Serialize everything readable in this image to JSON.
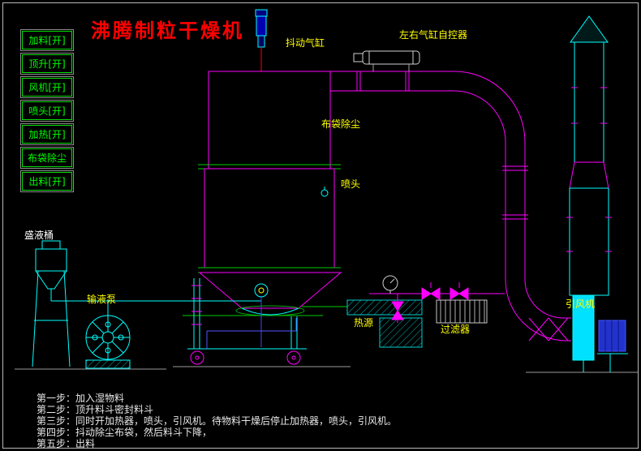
{
  "title": "沸腾制粒干燥机",
  "sidebar": {
    "buttons": [
      {
        "id": "feed",
        "label": "加料[开]"
      },
      {
        "id": "lift",
        "label": "顶升[开]"
      },
      {
        "id": "fan",
        "label": "风机[开]"
      },
      {
        "id": "spray",
        "label": "喷头[开]"
      },
      {
        "id": "heat",
        "label": "加热[开]"
      },
      {
        "id": "bag-dust",
        "label": "布袋除尘"
      },
      {
        "id": "discharge",
        "label": "出料[开]"
      }
    ]
  },
  "diagram_labels": {
    "shake_cylinder": "抖动气缸",
    "cylinder_controller": "左右气缸自控器",
    "bag_dust": "布袋除尘",
    "spray_head": "喷头",
    "liquid_tank": "盛液桶",
    "infusion_pump": "输液泵",
    "heat_source": "热源",
    "filter": "过滤器",
    "draft_fan": "引风机"
  },
  "steps": [
    "第一步：加入湿物料",
    "第二步：顶升料斗密封料斗",
    "第三步：同时开加热器，喷头，引风机。待物料干燥后停止加热器，喷头，引风机。",
    "第四步：抖动除尘布袋，然后料斗下降，",
    "第五步：出料"
  ],
  "colors": {
    "background": "#000000",
    "title": "#ff0000",
    "button_green": "#00ff00",
    "label_yellow": "#ffff00",
    "line_magenta": "#ff00ff",
    "line_cyan": "#00ffff",
    "line_green": "#00cc00",
    "steps_text": "#e8e8e8"
  }
}
